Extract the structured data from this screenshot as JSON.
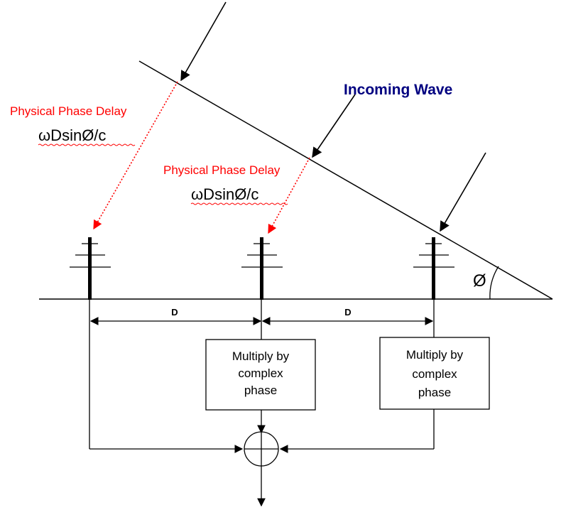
{
  "labels": {
    "wave": "Incoming Wave",
    "delay_1": "Physical Phase Delay",
    "formula_1": "ωDsinØ/c",
    "delay_2": "Physical Phase Delay",
    "formula_2": "ωDsinØ/c",
    "spacing_1": "D",
    "spacing_2": "D",
    "angle": "Ø"
  },
  "boxes": [
    {
      "line1": "Multiply by",
      "line2": "complex",
      "line3": "phase"
    },
    {
      "line1": "Multiply by",
      "line2": "complex",
      "line3": "phase"
    }
  ],
  "colors": {
    "delay_arrow": "#ff0000",
    "wave_label": "#000080",
    "line": "#000000"
  },
  "icons": {
    "summer": "circle-plus-icon",
    "antenna": "antenna-icon"
  }
}
